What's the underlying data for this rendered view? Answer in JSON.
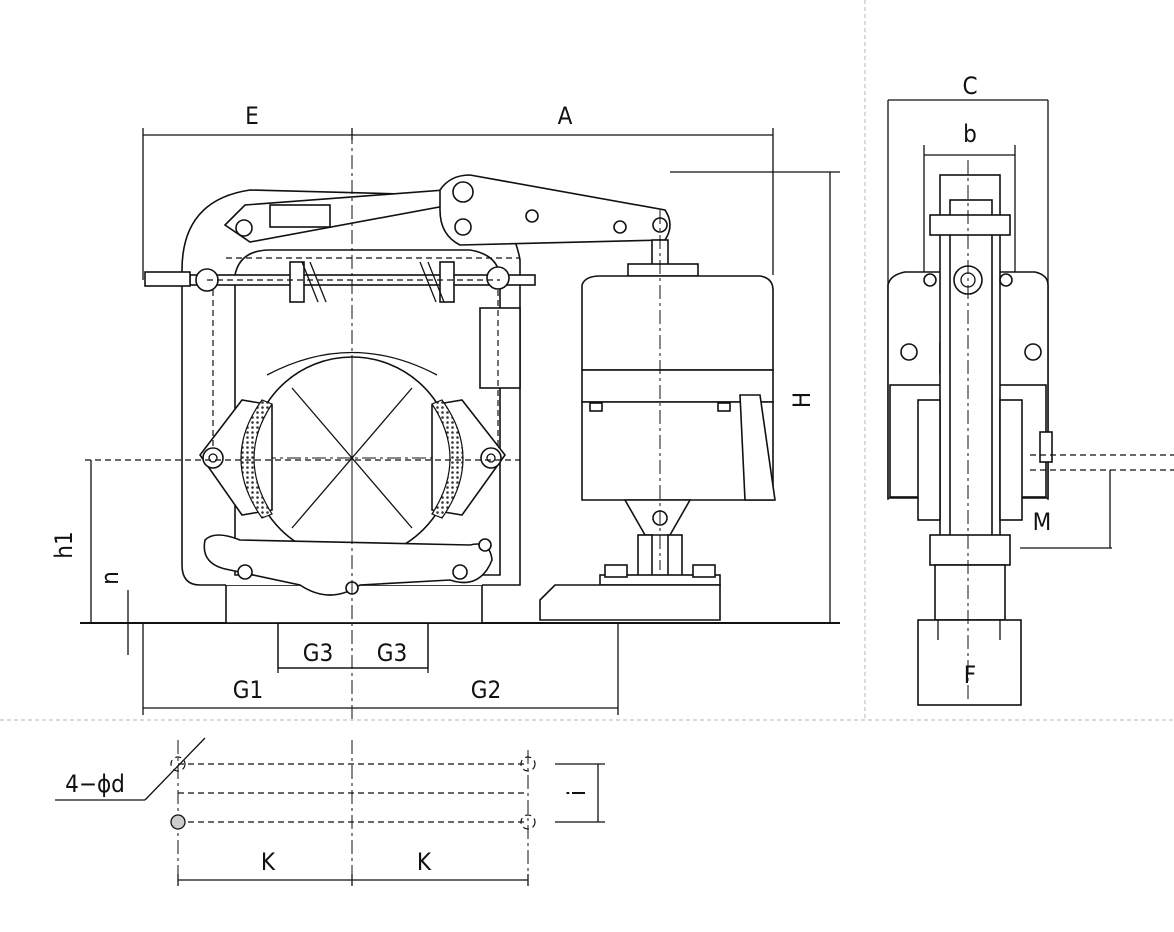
{
  "labels": {
    "E": "E",
    "A": "A",
    "C": "C",
    "b": "b",
    "H": "H",
    "h1": "h1",
    "n": "n",
    "G3_left": "G3",
    "G3_right": "G3",
    "G1": "G1",
    "G2": "G2",
    "M": "M",
    "F": "F",
    "holes": "4−ϕd",
    "i": "i",
    "K_left": "K",
    "K_right": "K"
  }
}
